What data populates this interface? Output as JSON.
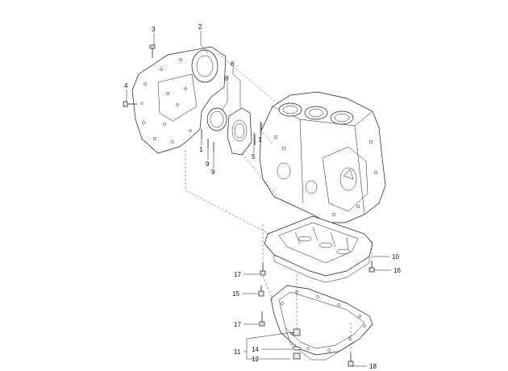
{
  "callouts": [
    {
      "id": "c1a",
      "text": "1"
    },
    {
      "id": "c1b",
      "text": "1"
    },
    {
      "id": "c2",
      "text": "2"
    },
    {
      "id": "c3",
      "text": "3"
    },
    {
      "id": "c4",
      "text": "4"
    },
    {
      "id": "c5",
      "text": "5"
    },
    {
      "id": "c6",
      "text": "6"
    },
    {
      "id": "c8",
      "text": "8"
    },
    {
      "id": "c9a",
      "text": "9"
    },
    {
      "id": "c9b",
      "text": "9"
    },
    {
      "id": "c10",
      "text": "10"
    },
    {
      "id": "c11",
      "text": "11"
    },
    {
      "id": "c12",
      "text": "12"
    },
    {
      "id": "c14",
      "text": "14"
    },
    {
      "id": "c15",
      "text": "15"
    },
    {
      "id": "c16",
      "text": "16"
    },
    {
      "id": "c17a",
      "text": "17"
    },
    {
      "id": "c17b",
      "text": "17"
    },
    {
      "id": "c18",
      "text": "18"
    }
  ]
}
